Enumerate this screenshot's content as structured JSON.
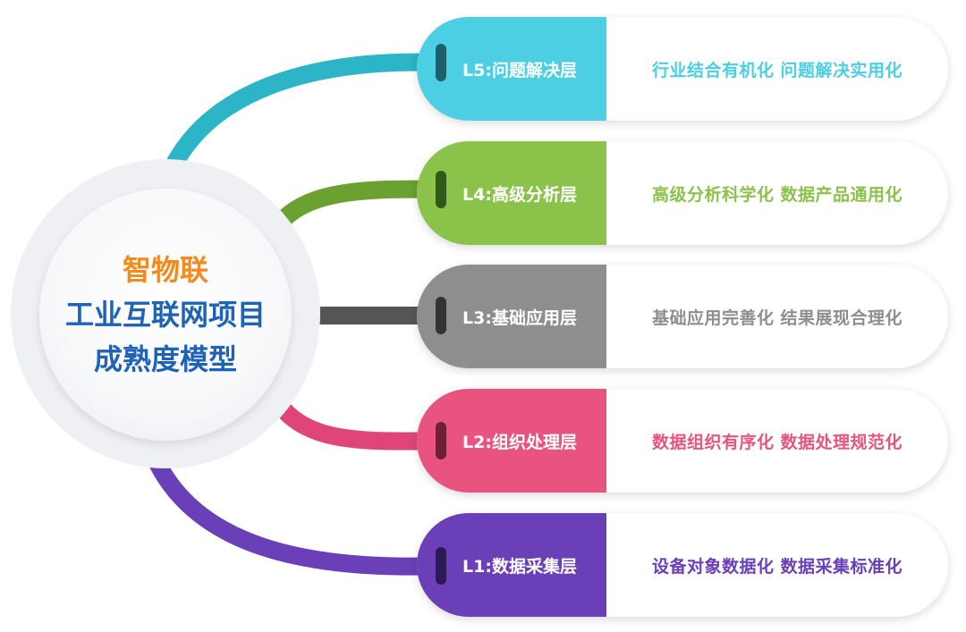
{
  "hub": {
    "brand": "智物联",
    "title_line1": "工业互联网项目",
    "title_line2": "成熟度模型",
    "brand_color": "#f28a1c",
    "title_color": "#1e63b6"
  },
  "layers": [
    {
      "label": "L5:问题解决层",
      "description": "行业结合有机化  问题解决实用化",
      "color": "#4ccfe3",
      "connector_color": "#2bb5c6",
      "pin_color": "#1d5f6a"
    },
    {
      "label": "L4:高级分析层",
      "description": "高级分析科学化  数据产品通用化",
      "color": "#8bc34a",
      "connector_color": "#6aa131",
      "pin_color": "#2f5a1a"
    },
    {
      "label": "L3:基础应用层",
      "description": "基础应用完善化  结果展现合理化",
      "color": "#8e8e8e",
      "connector_color": "#555555",
      "pin_color": "#333333"
    },
    {
      "label": "L2:组织处理层",
      "description": "数据组织有序化  数据处理规范化",
      "color": "#e8547f",
      "connector_color": "#e0457a",
      "pin_color": "#6e1f39"
    },
    {
      "label": "L1:数据采集层",
      "description": "设备对象数据化  数据采集标准化",
      "color": "#6a3fb8",
      "connector_color": "#6a3fb8",
      "pin_color": "#2c1a55"
    }
  ]
}
